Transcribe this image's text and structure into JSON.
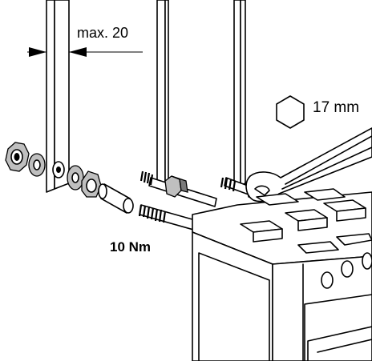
{
  "labels": {
    "max_spacing": "max. 20",
    "wrench_size": "17 mm",
    "torque": "10 Nm"
  },
  "icons": {
    "wrench_size_symbol": "hexagon-nut-icon"
  },
  "colors": {
    "line": "#000000",
    "background": "#ffffff",
    "shading": "#bfbfbf"
  }
}
